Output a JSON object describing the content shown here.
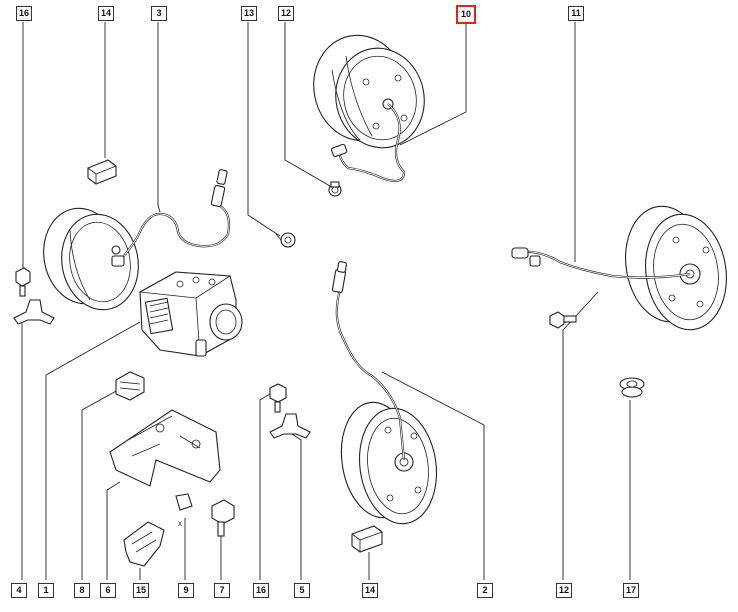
{
  "callouts": [
    {
      "id": "16",
      "num": "16"
    },
    {
      "id": "14",
      "num": "14"
    },
    {
      "id": "3",
      "num": "3"
    },
    {
      "id": "13",
      "num": "13"
    },
    {
      "id": "12",
      "num": "12"
    },
    {
      "id": "10",
      "num": "10",
      "highlighted": true
    },
    {
      "id": "11",
      "num": "11"
    },
    {
      "id": "4",
      "num": "4"
    },
    {
      "id": "1",
      "num": "1"
    },
    {
      "id": "8",
      "num": "8"
    },
    {
      "id": "6",
      "num": "6"
    },
    {
      "id": "15",
      "num": "15"
    },
    {
      "id": "9",
      "num": "9"
    },
    {
      "id": "7",
      "num": "7"
    },
    {
      "id": "16b",
      "num": "16"
    },
    {
      "id": "5",
      "num": "5"
    },
    {
      "id": "14b",
      "num": "14"
    },
    {
      "id": "2",
      "num": "2"
    },
    {
      "id": "12b",
      "num": "12"
    },
    {
      "id": "17",
      "num": "17"
    }
  ],
  "highlight_color": "#e2231a"
}
